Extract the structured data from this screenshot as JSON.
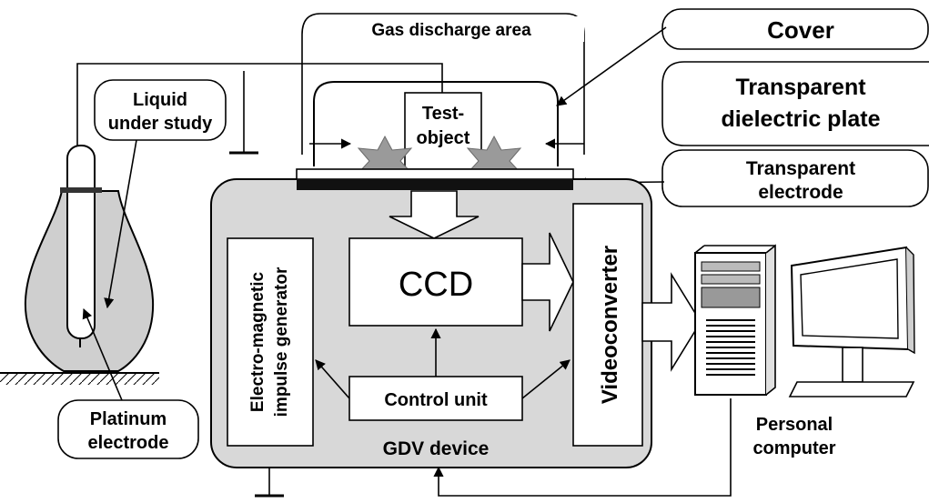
{
  "diagram": {
    "labels": {
      "gas_discharge_area": "Gas discharge area",
      "cover": "Cover",
      "transparent_plate_line1": "Transparent",
      "transparent_plate_line2": "dielectric plate",
      "liquid_line1": "Liquid",
      "liquid_line2": "under study",
      "test_object_line1": "Test-",
      "test_object_line2": "object",
      "transparent_electrode_line1": "Transparent",
      "transparent_electrode_line2": "electrode",
      "ccd": "CCD",
      "generator_line1": "Electro-magnetic",
      "generator_line2": "impulse generator",
      "videoconverter": "Videoconverter",
      "control_unit": "Control unit",
      "gdv_device": "GDV device",
      "platinum_line1": "Platinum",
      "platinum_line2": "electrode",
      "pc_line1": "Personal",
      "pc_line2": "computer"
    },
    "colors": {
      "device_fill": "#d8d8d8",
      "spark_fill": "#9a9a9a",
      "liquid_fill": "#cfcfcf",
      "line": "#000000"
    }
  }
}
